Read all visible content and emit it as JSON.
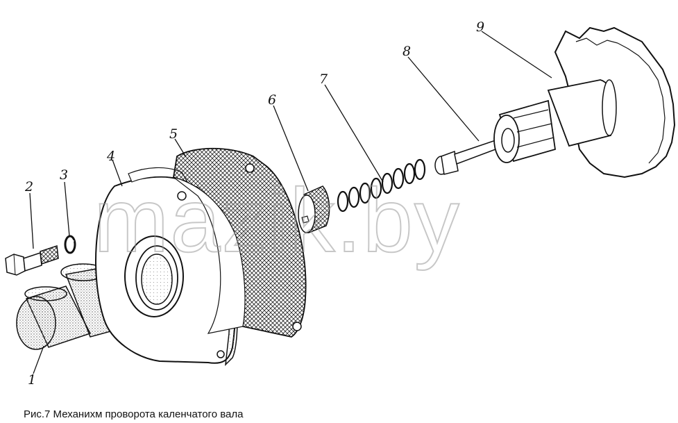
{
  "caption": "Рис.7 Механихм проворота каленчатого вала",
  "watermark": "mazik.by",
  "callouts": [
    "1",
    "2",
    "3",
    "4",
    "5",
    "6",
    "7",
    "8",
    "9"
  ],
  "colors": {
    "ink": "#111111",
    "stipple": "#555555",
    "watermark": "#9a9a9a"
  }
}
